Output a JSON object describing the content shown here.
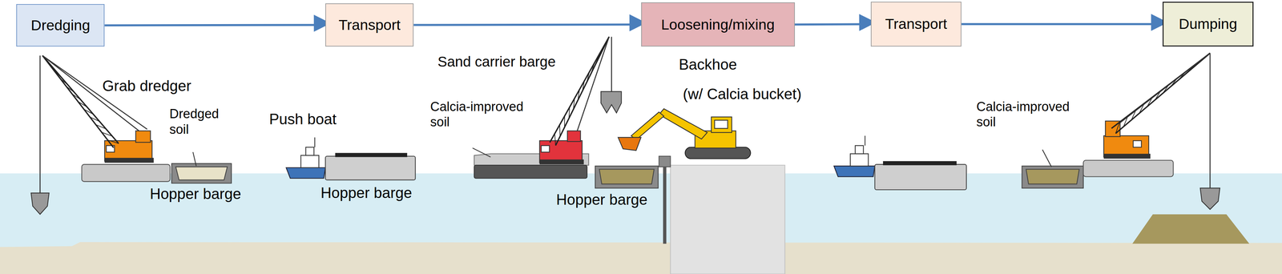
{
  "diagram": {
    "nodes": [
      {
        "text": [
          "Dredging"
        ]
      },
      {
        "text": [
          "Transport"
        ]
      },
      {
        "text": [
          "Loosening/mixing"
        ]
      },
      {
        "text": [
          "Transport"
        ]
      },
      {
        "text": [
          "Dumping"
        ]
      }
    ],
    "edges": [
      {
        "from": 0,
        "to": 1,
        "arrow": "to"
      },
      {
        "from": 1,
        "to": 2,
        "arrow": "to"
      },
      {
        "from": 2,
        "to": 3,
        "arrow": "to"
      },
      {
        "from": 3,
        "to": 4,
        "arrow": "to"
      }
    ],
    "labels": [
      "Grab dredger",
      "Dredged soil",
      "Hopper barge",
      "Push boat",
      "Hopper barge",
      "Sand carrier barge",
      "Calcia-improved soil",
      "Hopper barge",
      "Backhoe",
      "(w/ Calcia bucket)",
      "Calcia-improved soil"
    ]
  }
}
